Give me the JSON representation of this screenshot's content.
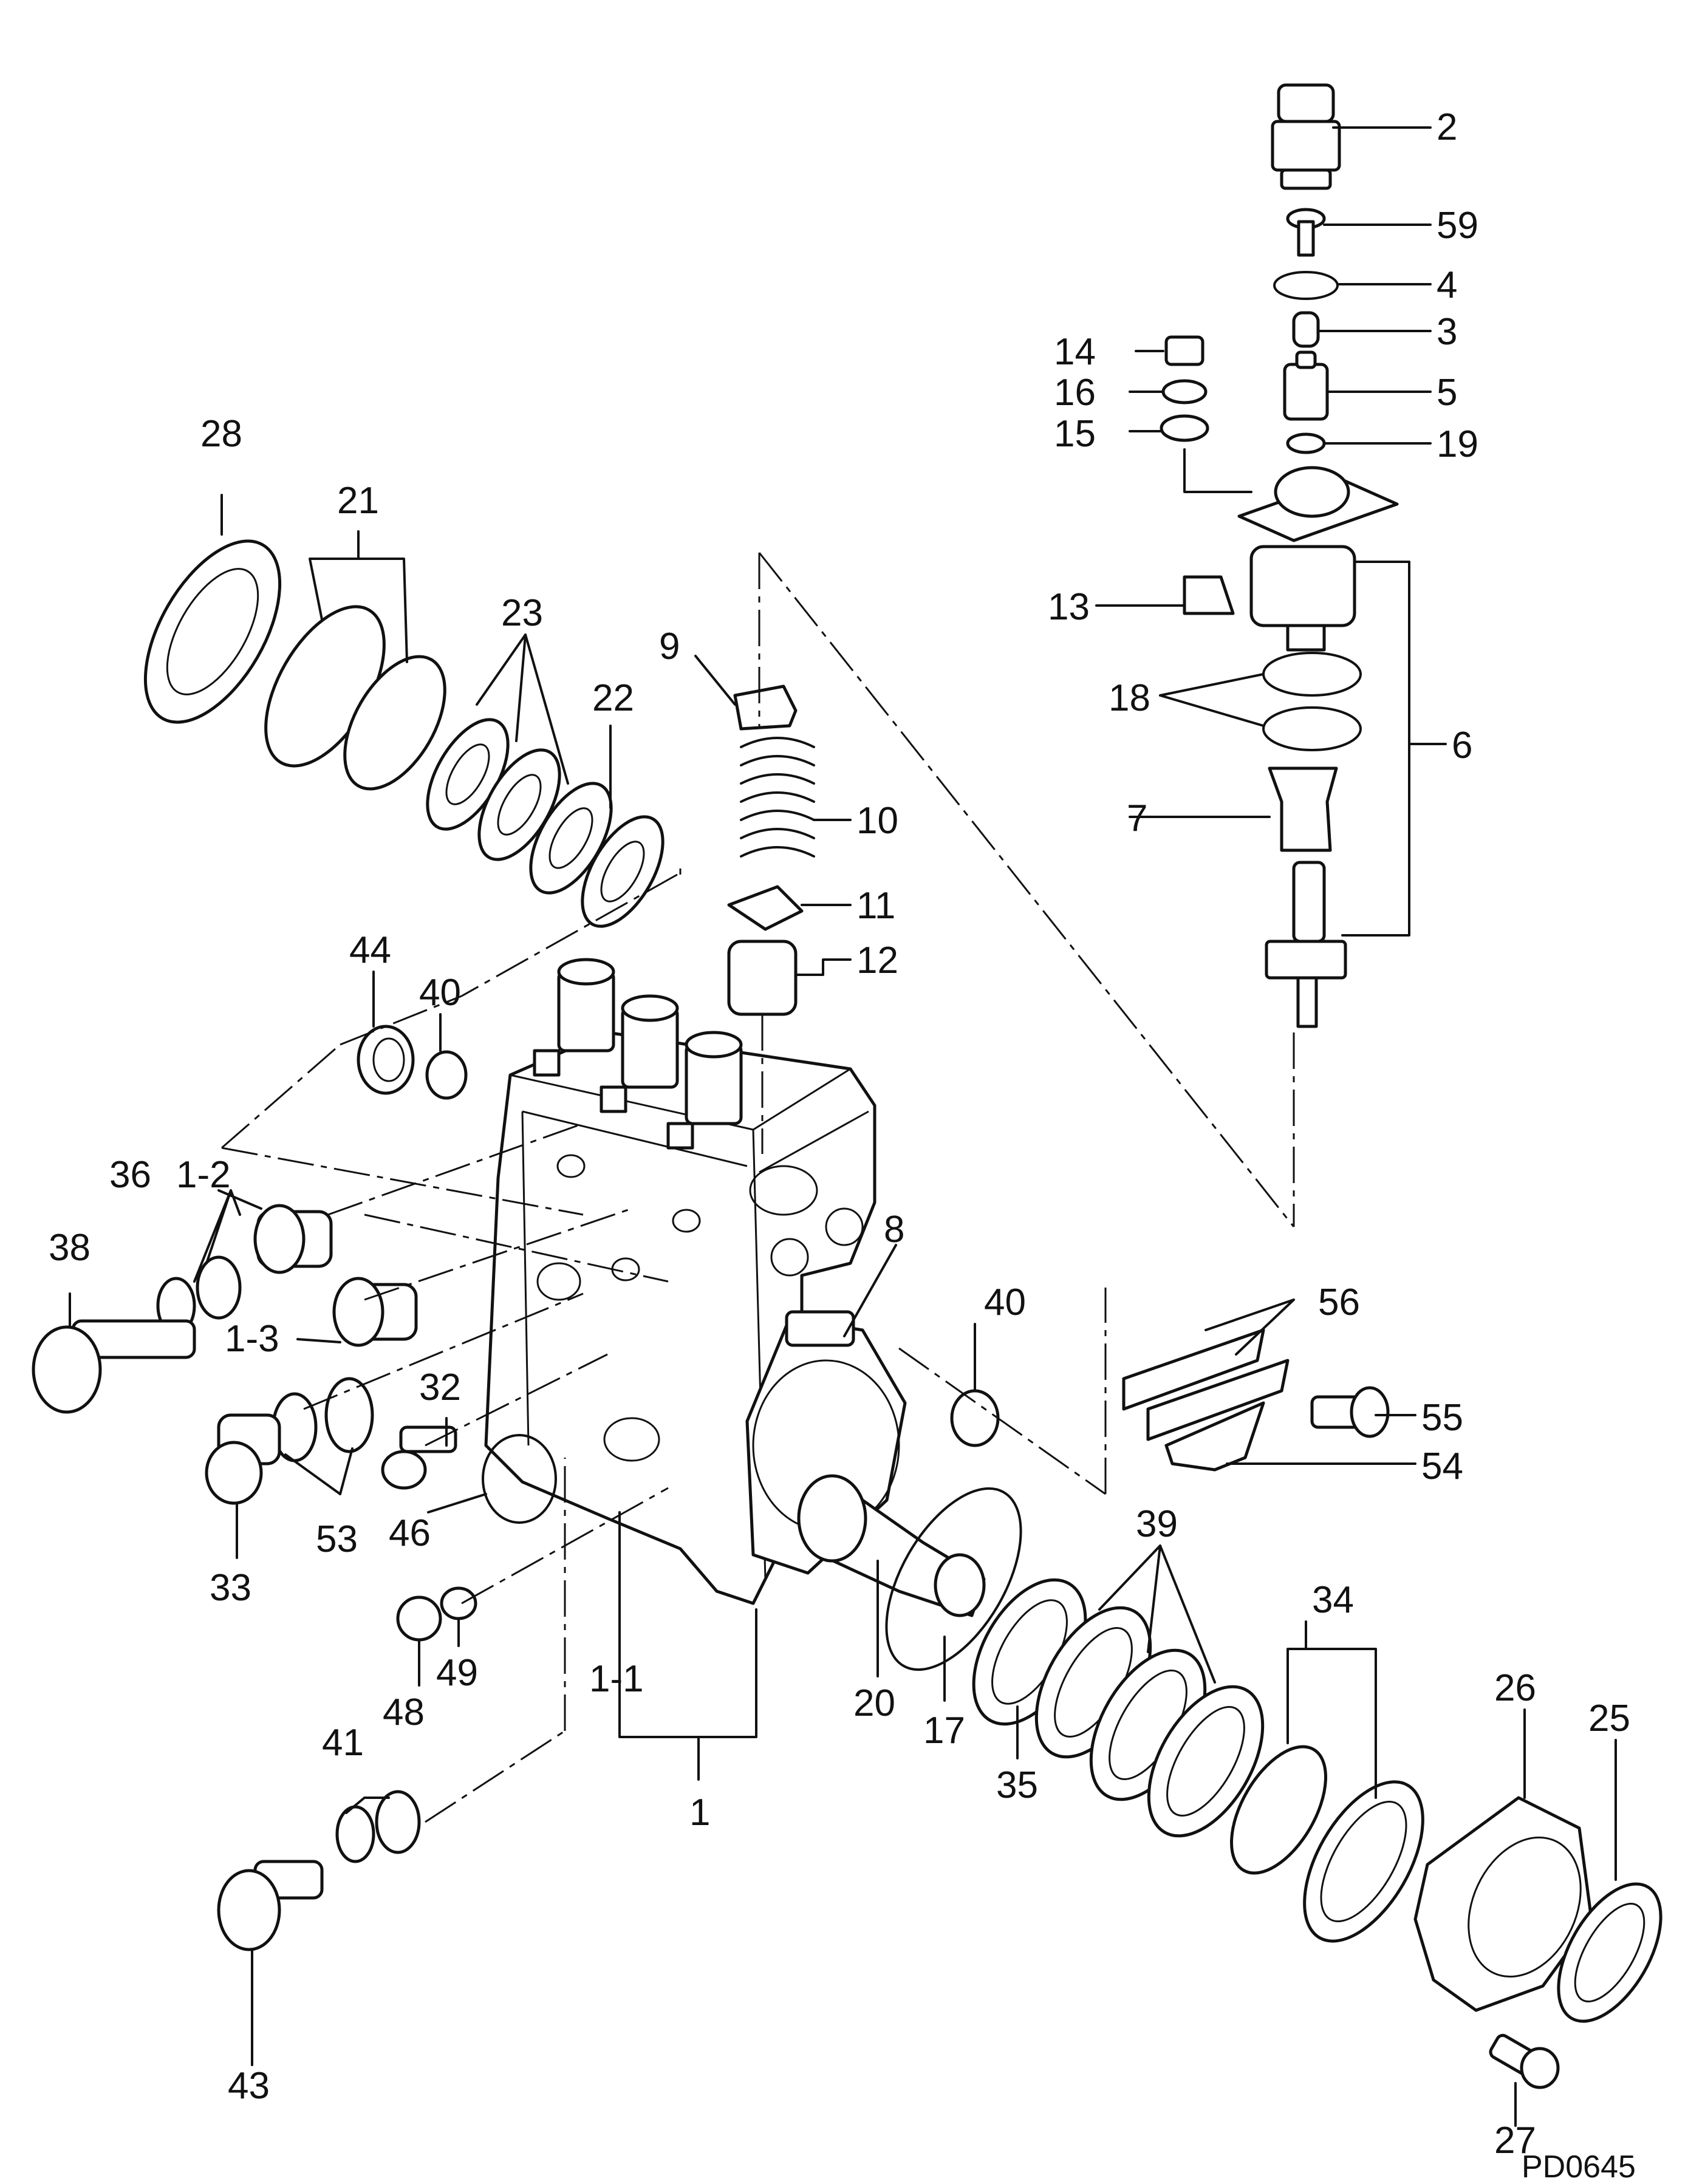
{
  "diagram": {
    "figure_code": "PD0645",
    "callouts": {
      "c1": "1",
      "c1_1": "1-1",
      "c1_2": "1-2",
      "c1_3": "1-3",
      "c2": "2",
      "c3": "3",
      "c4": "4",
      "c5": "5",
      "c6": "6",
      "c7": "7",
      "c8": "8",
      "c9": "9",
      "c10": "10",
      "c11": "11",
      "c12": "12",
      "c13": "13",
      "c14": "14",
      "c15": "15",
      "c16": "16",
      "c17": "17",
      "c18": "18",
      "c19": "19",
      "c20": "20",
      "c21": "21",
      "c22": "22",
      "c23": "23",
      "c25": "25",
      "c26": "26",
      "c27": "27",
      "c28": "28",
      "c32": "32",
      "c33": "33",
      "c34": "34",
      "c35": "35",
      "c36": "36",
      "c38": "38",
      "c39": "39",
      "c40a": "40",
      "c40b": "40",
      "c41": "41",
      "c43": "43",
      "c44": "44",
      "c46": "46",
      "c48": "48",
      "c49": "49",
      "c53": "53",
      "c54": "54",
      "c55": "55",
      "c56": "56",
      "c59": "59"
    }
  }
}
